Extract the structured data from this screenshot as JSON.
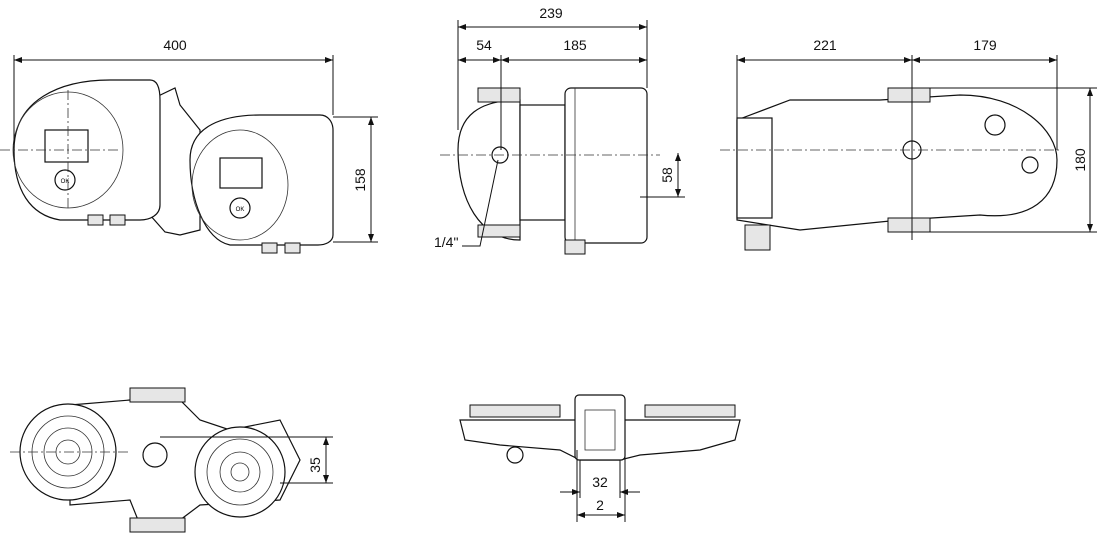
{
  "dimensions": {
    "front_width": "400",
    "front_height": "158",
    "side_total": "239",
    "side_left": "54",
    "side_right": "185",
    "side_offset": "58",
    "side_port": "1/4\"",
    "rear_left": "221",
    "rear_right": "179",
    "rear_height": "180",
    "top_offset": "35",
    "bottom_inner": "32",
    "bottom_outer": "2"
  },
  "control_panel": {
    "ok_label": "OK"
  },
  "colors": {
    "line": "#111111",
    "background": "#ffffff"
  }
}
